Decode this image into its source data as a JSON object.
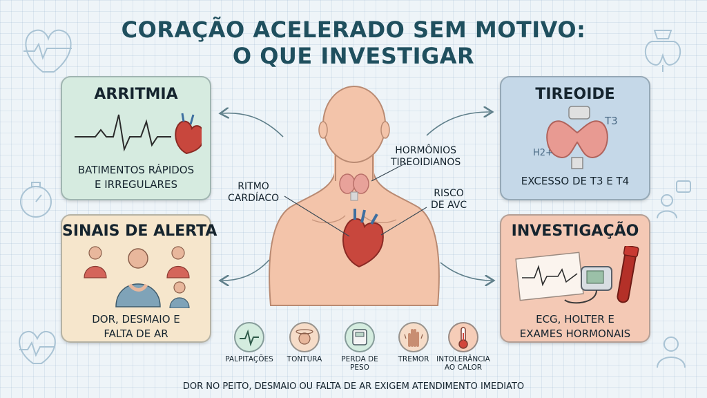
{
  "title": {
    "line1": "CORAÇÃO ACELERADO SEM MOTIVO:",
    "line2": "O QUE INVESTIGAR"
  },
  "cards": {
    "arritmia": {
      "heading": "ARRITMIA",
      "line1": "BATIMENTOS RÁPIDOS",
      "line2": "E IRREGULARES"
    },
    "tireoide": {
      "heading": "TIREOIDE",
      "line1": "EXCESSO DE T3 E T4",
      "icon_t3": "T3",
      "icon_h2": "H2+"
    },
    "sinais": {
      "heading": "SINAIS DE ALERTA",
      "line1": "DOR, DESMAIO E",
      "line2": "FALTA DE AR"
    },
    "investigacao": {
      "heading": "INVESTIGAÇÃO",
      "line1": "ECG, HOLTER E",
      "line2": "EXAMES HORMONAIS"
    }
  },
  "labels": {
    "hormonios": {
      "line1": "HORMÔNIOS",
      "line2": "TIREOIDIANOS"
    },
    "ritmo": {
      "line1": "RITMO",
      "line2": "CARDÍACO"
    },
    "risco": {
      "line1": "RISCO",
      "line2": "DE AVC"
    }
  },
  "symptoms": [
    {
      "line1": "PALPITAÇÕES",
      "line2": "",
      "color": "#d4ecdf",
      "icon": "pulse-icon"
    },
    {
      "line1": "TONTURA",
      "line2": "",
      "color": "#f6dcc8",
      "icon": "dizzy-head-icon"
    },
    {
      "line1": "PERDA DE",
      "line2": "PESO",
      "color": "#d4ecdf",
      "icon": "scale-icon"
    },
    {
      "line1": "TREMOR",
      "line2": "",
      "color": "#f6dcc8",
      "icon": "shaking-hand-icon"
    },
    {
      "line1": "INTOLERÂNCIA",
      "line2": "AO CALOR",
      "color": "#f6cdb8",
      "icon": "thermometer-icon"
    }
  ],
  "footer": "DOR NO PEITO, DESMAIO OU FALTA DE AR EXIGEM ATENDIMENTO IMEDIATO",
  "colors": {
    "title": "#1f4f5e",
    "arritmia_bg": "#d6ebe0",
    "tireoide_bg": "#c5d8e8",
    "sinais_bg": "#f6e6cc",
    "investigacao_bg": "#f4c9b5",
    "arrow": "#5f7f8a"
  }
}
